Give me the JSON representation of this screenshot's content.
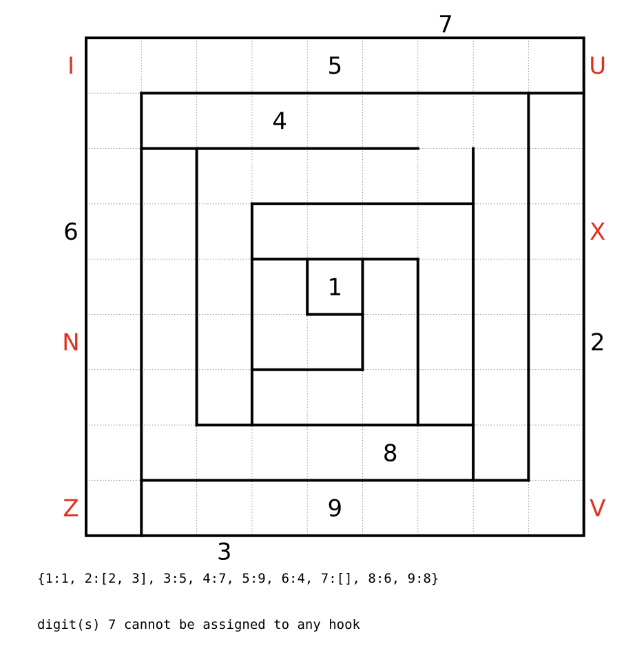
{
  "colors": {
    "grid_line": "#999999",
    "hook_line": "#000000",
    "clue_black": "#000000",
    "clue_red": "#e03020"
  },
  "puzzle": {
    "grid_size": 9,
    "cell_digits": [
      {
        "row": 0,
        "col": 4,
        "value": "5"
      },
      {
        "row": 1,
        "col": 3,
        "value": "4"
      },
      {
        "row": 4,
        "col": 4,
        "value": "1"
      },
      {
        "row": 7,
        "col": 5,
        "value": "8"
      },
      {
        "row": 8,
        "col": 4,
        "value": "9"
      }
    ],
    "outer_clues": {
      "top": [
        {
          "index": 6,
          "value": "7",
          "color": "black"
        }
      ],
      "bottom": [
        {
          "index": 2,
          "value": "3",
          "color": "black"
        }
      ],
      "left": [
        {
          "index": 0,
          "value": "I",
          "color": "red"
        },
        {
          "index": 3,
          "value": "6",
          "color": "black"
        },
        {
          "index": 5,
          "value": "N",
          "color": "red"
        },
        {
          "index": 8,
          "value": "Z",
          "color": "red"
        }
      ],
      "right": [
        {
          "index": 0,
          "value": "U",
          "color": "red"
        },
        {
          "index": 3,
          "value": "X",
          "color": "red"
        },
        {
          "index": 5,
          "value": "2",
          "color": "black"
        },
        {
          "index": 8,
          "value": "V",
          "color": "red"
        }
      ]
    }
  },
  "info": {
    "mapping_text": "{1:1, 2:[2, 3], 3:5, 4:7, 5:9, 6:4, 7:[], 8:6, 9:8}",
    "message_text": "digit(s) 7 cannot be assigned to any hook"
  }
}
